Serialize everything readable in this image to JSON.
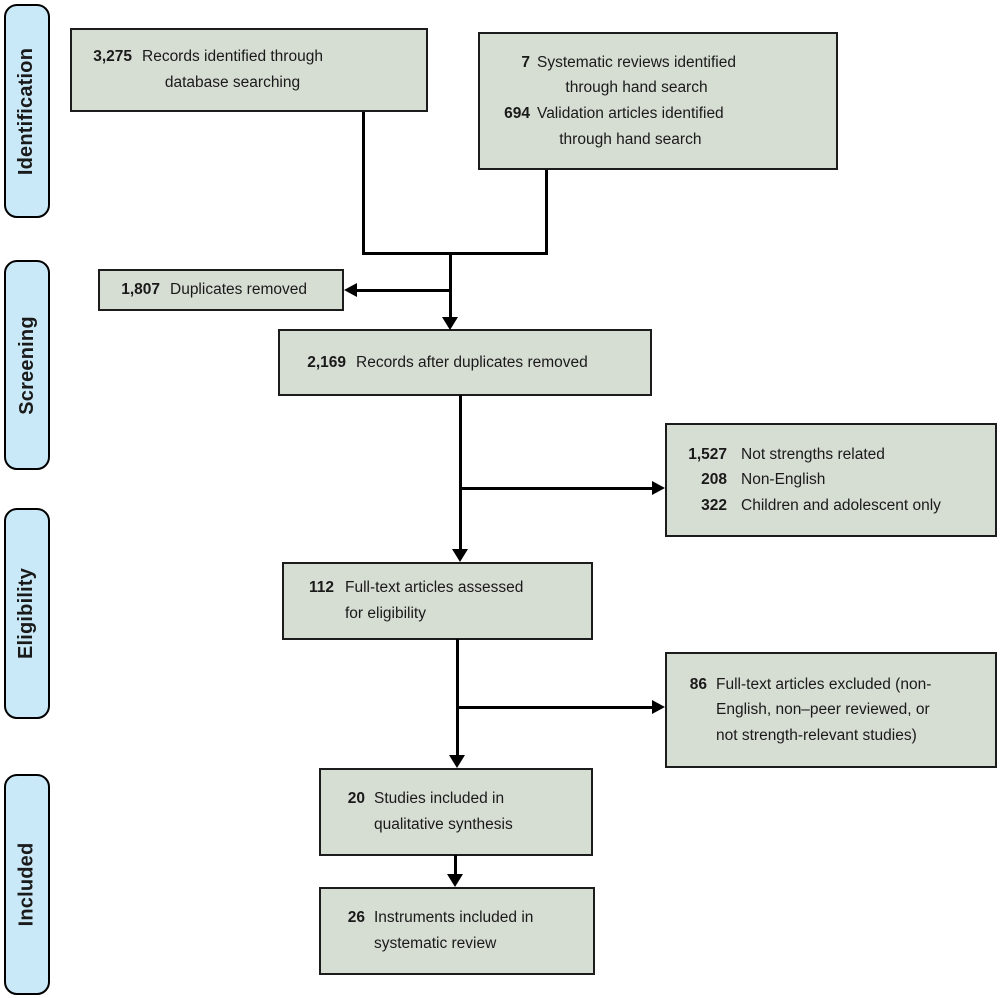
{
  "sidebar": {
    "stages": [
      {
        "label": "Identification"
      },
      {
        "label": "Screening"
      },
      {
        "label": "Eligibility"
      },
      {
        "label": "Included"
      }
    ]
  },
  "boxes": {
    "records_identified": {
      "num": "3,275",
      "text": "Records identified through\ndatabase searching"
    },
    "hand_search": {
      "entries": [
        {
          "num": "7",
          "text": "Systematic reviews identified\nthrough hand search"
        },
        {
          "num": "694",
          "text": "Validation articles identified\nthrough hand search"
        }
      ]
    },
    "duplicates_removed": {
      "num": "1,807",
      "text": "Duplicates removed"
    },
    "records_after_duplicates": {
      "num": "2,169",
      "text": "Records after duplicates removed"
    },
    "screening_exclusions": {
      "entries": [
        {
          "num": "1,527",
          "text": "Not strengths related"
        },
        {
          "num": "208",
          "text": "Non-English"
        },
        {
          "num": "322",
          "text": "Children and adolescent only"
        }
      ]
    },
    "fulltext_assessed": {
      "num": "112",
      "text": "Full-text articles assessed\nfor eligibility"
    },
    "fulltext_excluded": {
      "num": "86",
      "text": "Full-text articles excluded (non-\nEnglish, non–peer reviewed, or\nnot strength-relevant studies)"
    },
    "qualitative_synthesis": {
      "num": "20",
      "text": "Studies included in\nqualitative synthesis"
    },
    "systematic_review": {
      "num": "26",
      "text": "Instruments included in\nsystematic review"
    }
  },
  "colors": {
    "box_fill": "#d6ddd3",
    "box_border": "#1c1c1c",
    "stage_fill": "#c9e9f8",
    "stage_border": "#000000",
    "line_color": "#000000",
    "text_color": "#1a1a1a"
  }
}
